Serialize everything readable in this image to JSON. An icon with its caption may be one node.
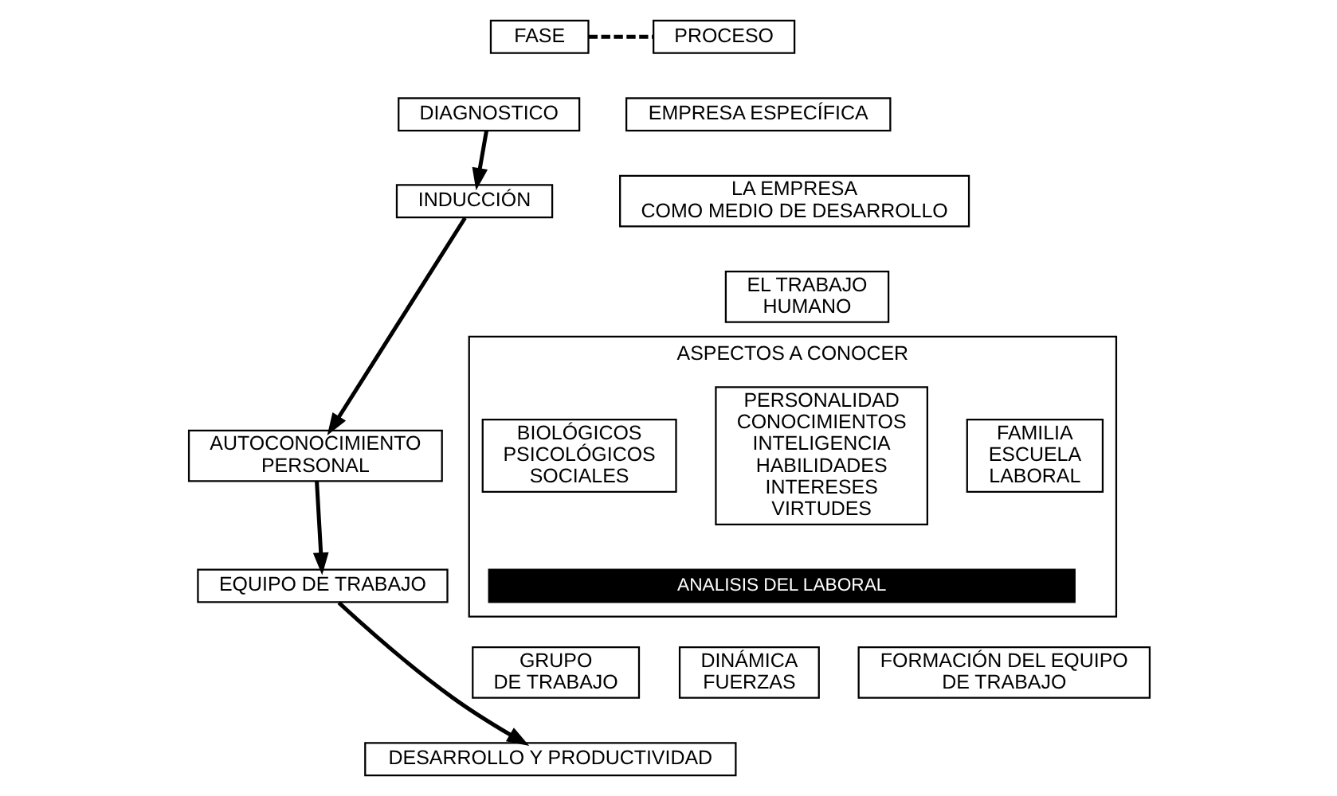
{
  "diagram": {
    "nodes": [
      {
        "text": [
          "FASE"
        ]
      },
      {
        "text": [
          "PROCESO"
        ]
      },
      {
        "text": [
          "DIAGNOSTICO"
        ]
      },
      {
        "text": [
          "INDUCCIÓN"
        ]
      },
      {
        "text": [
          "EMPRESA ESPECÍFICA"
        ]
      },
      {
        "text": [
          "LA EMPRESA COMO MEDIO DE DESARROLLO"
        ]
      },
      {
        "text": [
          "EL TRABAJO HUMANO"
        ]
      },
      {
        "text": [
          "AUTOCONOCIMIENTO PERSONAL"
        ]
      },
      {
        "text": [
          "ASPECTOS A CONOCER"
        ]
      },
      {
        "text": [
          "BIOLÓGICOS",
          "PSICOLÓGICOS",
          "SOCIALES"
        ],
        "in": 8
      },
      {
        "text": [
          "PERSONALIDAD",
          "CONOCIMIENTOS",
          "INTELIGENCIA",
          "HABILIDADES",
          "INTERESES",
          "VIRTUDES"
        ],
        "in": 8
      },
      {
        "text": [
          "FAMILIA",
          "ESCUELA",
          "LABORAL"
        ],
        "in": 8
      },
      {
        "text": [
          "ANALISIS DEL LABORAL"
        ],
        "in": 8
      },
      {
        "text": [
          "EQUIPO DE TRABAJO"
        ]
      },
      {
        "text": [
          "GRUPO DE TRABAJO"
        ]
      },
      {
        "text": [
          "DINÁMICA FUERZAS"
        ]
      },
      {
        "text": [
          "FORMACIÓN DEL EQUIPO DE TRABAJO"
        ]
      },
      {
        "text": [
          "DESARROLLO Y PRODUCTIVIDAD"
        ]
      }
    ],
    "edges": [
      {
        "from": 0,
        "to": 1,
        "arrow": "none",
        "style": "dashed"
      },
      {
        "from": 2,
        "to": 3,
        "arrow": "to"
      },
      {
        "from": 3,
        "to": 7,
        "arrow": "to"
      },
      {
        "from": 7,
        "to": 13,
        "arrow": "to"
      },
      {
        "from": 13,
        "to": 17,
        "arrow": "to"
      }
    ]
  }
}
